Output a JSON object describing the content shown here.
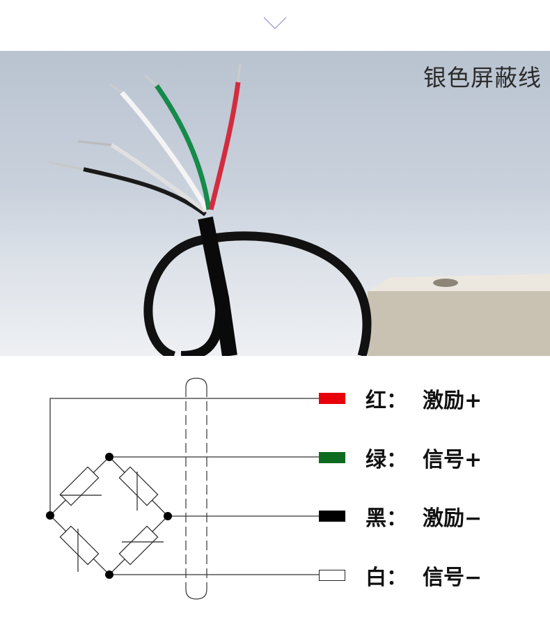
{
  "photo": {
    "label": "银色屏蔽线"
  },
  "legend": [
    {
      "color_name": "红：",
      "signal": "激励+",
      "swatch": "#e8000b"
    },
    {
      "color_name": "绿：",
      "signal": "信号+",
      "swatch": "#0d6b1f"
    },
    {
      "color_name": "黑：",
      "signal": "激励−",
      "swatch": "#000000"
    },
    {
      "color_name": "白：",
      "signal": "信号−",
      "swatch": "#ffffff"
    }
  ]
}
